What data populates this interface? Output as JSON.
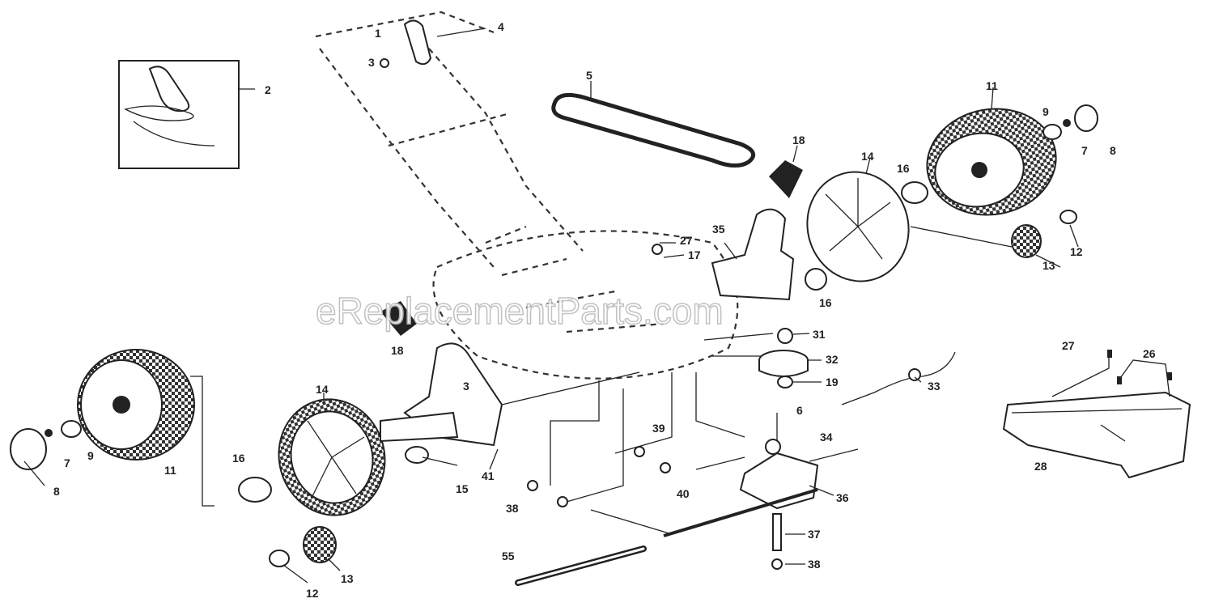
{
  "watermark": "eReplacementParts.com",
  "callouts": [
    "1",
    "2",
    "3",
    "4",
    "5",
    "6",
    "7",
    "8",
    "9",
    "11",
    "12",
    "13",
    "14",
    "15",
    "16",
    "17",
    "18",
    "19",
    "26",
    "27",
    "28",
    "31",
    "32",
    "33",
    "34",
    "35",
    "36",
    "37",
    "38",
    "39",
    "40",
    "41",
    "55"
  ]
}
